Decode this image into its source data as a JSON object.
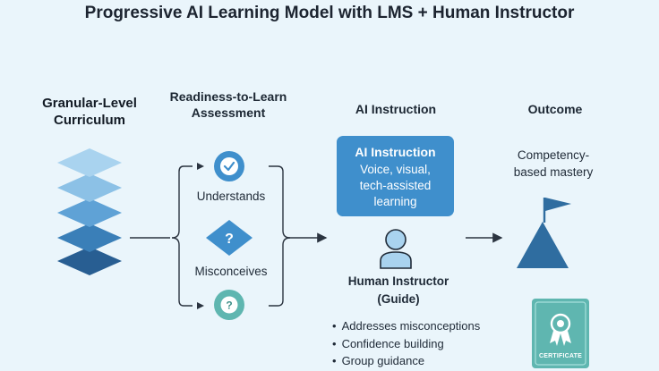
{
  "title": "Progressive AI Learning Model with LMS + Human Instructor",
  "curriculum": {
    "heading_line1": "Granular-Level",
    "heading_line2": "Curriculum"
  },
  "assessment": {
    "heading_line1": "Readiness-to-Learn",
    "heading_line2": "Assessment",
    "outcomes": [
      {
        "label": "Understands",
        "icon": "checkmark-icon"
      },
      {
        "label": "Misconceives",
        "icon": "question-diamond-icon"
      },
      {
        "label": "",
        "icon": "question-circle-icon"
      }
    ]
  },
  "ai_instruction": {
    "heading": "AI Instruction",
    "box_title": "AI Instruction",
    "box_lines": [
      "Voice, visual,",
      "tech-assisted",
      "learning"
    ]
  },
  "human_instructor": {
    "title_line1": "Human Instructor",
    "title_line2": "(Guide)",
    "bullets": [
      "Addresses misconceptions",
      "Confidence building",
      "Group guidance"
    ]
  },
  "outcome": {
    "heading": "Outcome",
    "desc_line1": "Competency-",
    "desc_line2": "based mastery",
    "certificate_label": "CERTIFICATE"
  },
  "colors": {
    "background": "#eaf5fb",
    "layer_1": "#a9d3ef",
    "layer_2": "#8cc1e6",
    "layer_3": "#5fa2d6",
    "layer_4": "#3a7fb8",
    "layer_5": "#285e92",
    "accent_blue": "#3f8fcc",
    "teal": "#5fb6b0",
    "mountain": "#2f6da0"
  }
}
